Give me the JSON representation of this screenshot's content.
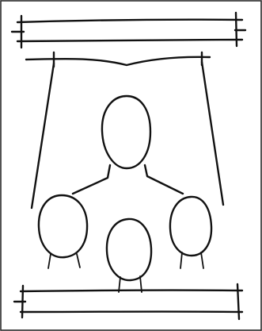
{
  "sketch": {
    "description_hidden": "",
    "colors": {
      "ink": "#111111",
      "paper": "#ffffff",
      "frame": "#2a2a2a"
    },
    "elements": {
      "top_bar": "top-banner-bar",
      "bottom_bar": "bottom-banner-bar",
      "canopy": "canopy-bracket",
      "head_large": "central-figure-head",
      "heads_small": [
        "left-child-head",
        "middle-child-head",
        "right-child-head"
      ]
    }
  }
}
